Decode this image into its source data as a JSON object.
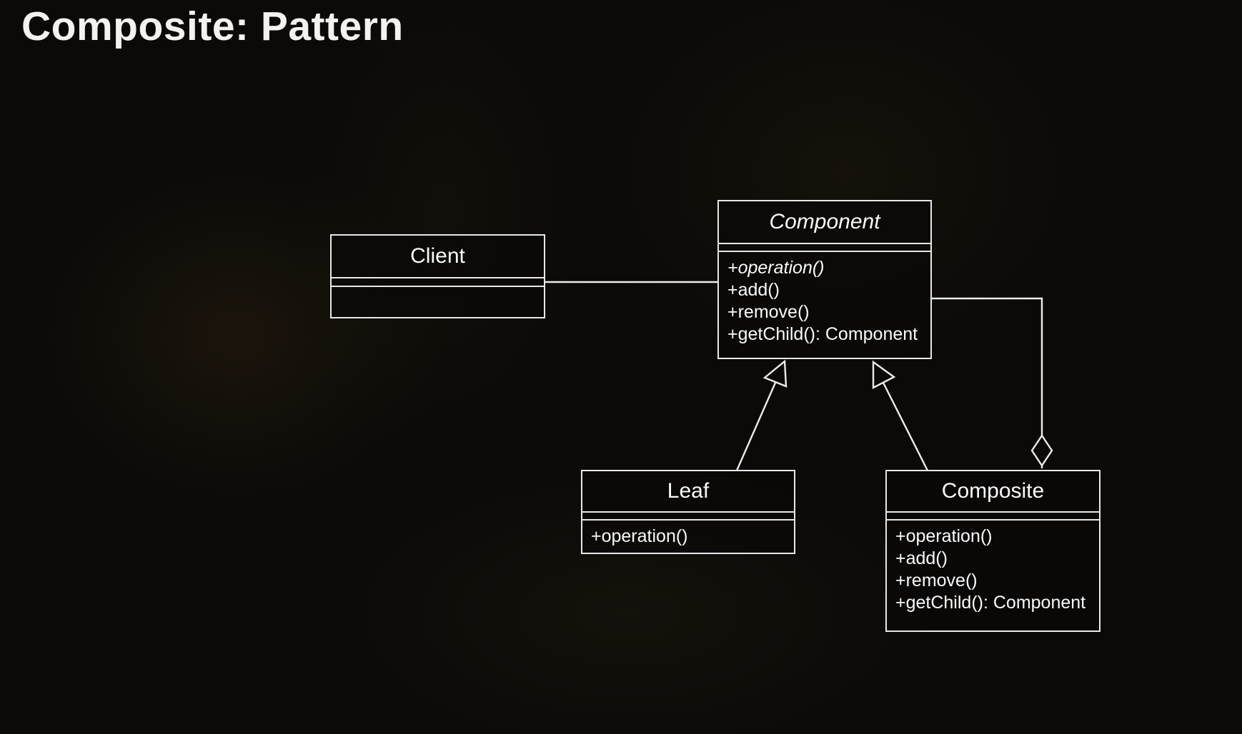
{
  "title": "Composite: Pattern",
  "diagram": {
    "client": {
      "name": "Client",
      "members": []
    },
    "component": {
      "name": "Component",
      "abstract": true,
      "members": [
        "+operation()",
        "+add()",
        "+remove()",
        "+getChild(): Component"
      ]
    },
    "leaf": {
      "name": "Leaf",
      "members": [
        "+operation()"
      ]
    },
    "composite": {
      "name": "Composite",
      "members": [
        "+operation()",
        "+add()",
        "+remove()",
        "+getChild(): Component"
      ]
    },
    "relations": [
      {
        "from": "Client",
        "to": "Component",
        "type": "association"
      },
      {
        "from": "Leaf",
        "to": "Component",
        "type": "generalization"
      },
      {
        "from": "Composite",
        "to": "Component",
        "type": "generalization"
      },
      {
        "from": "Composite",
        "to": "Component",
        "type": "aggregation"
      }
    ]
  }
}
